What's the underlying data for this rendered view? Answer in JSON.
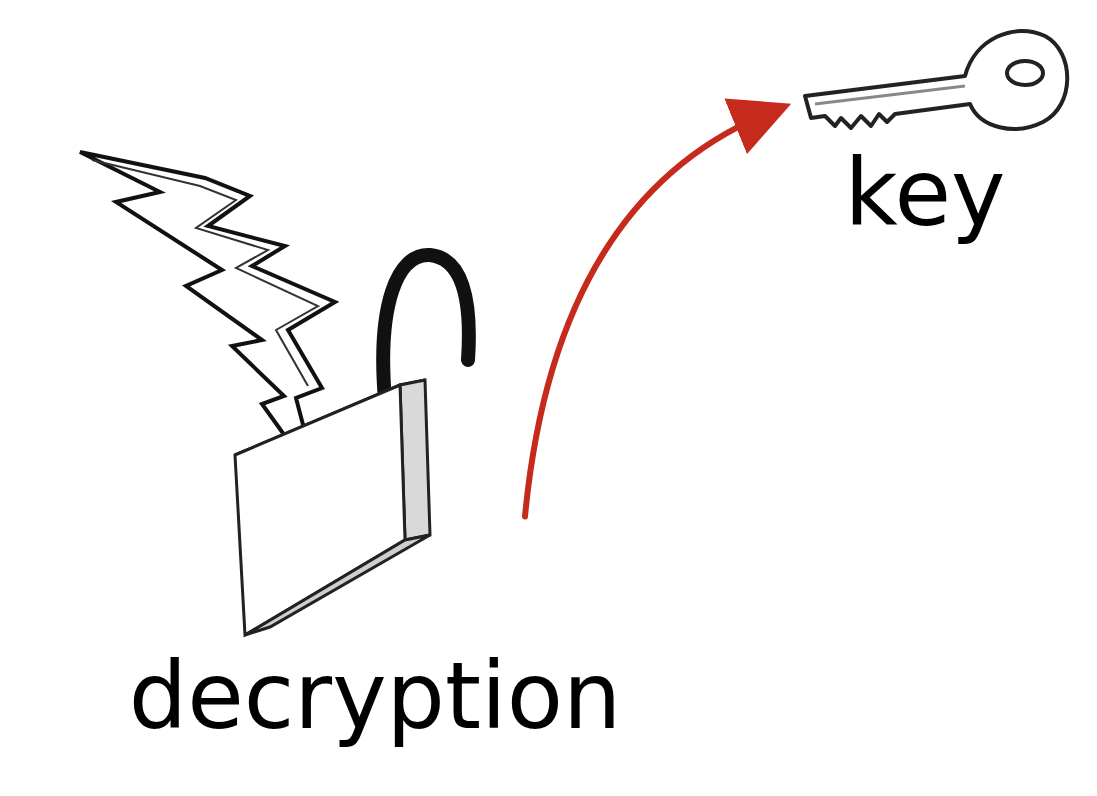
{
  "diagram": {
    "nodes": [
      {
        "text": [
          "decryption"
        ]
      },
      {
        "text": [
          "key"
        ]
      }
    ],
    "edges": [
      {
        "from": 0,
        "to": 1,
        "arrow": "to"
      }
    ]
  }
}
